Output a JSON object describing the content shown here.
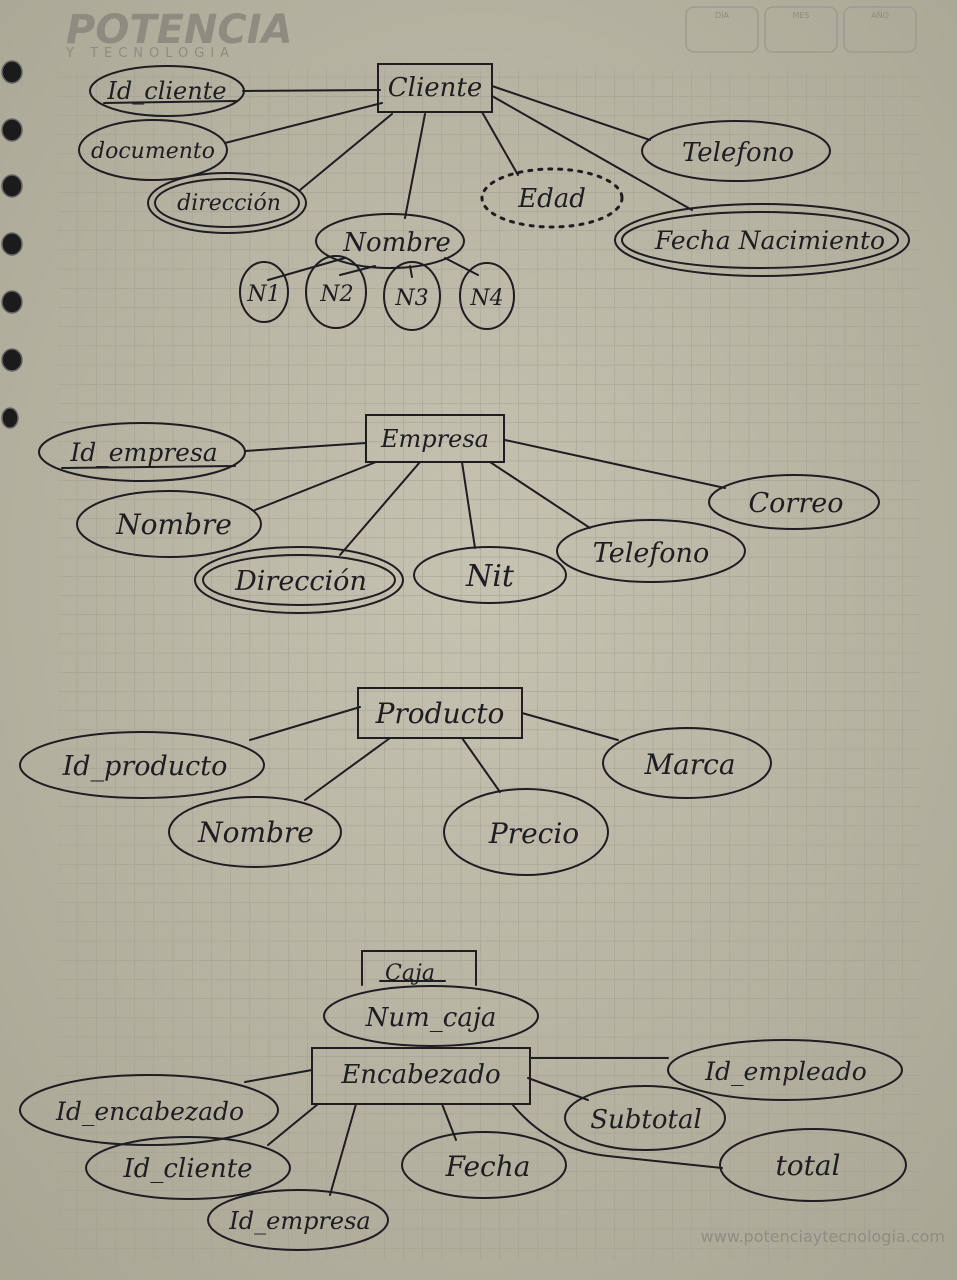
{
  "header": {
    "brand": "POTENCIA",
    "brand_sub": "Y TECNOLOGIA",
    "date_labels": [
      "DÍA",
      "MES",
      "AÑO"
    ]
  },
  "footer": {
    "url": "www.potenciaytecnologia.com"
  },
  "diagrams": {
    "cliente": {
      "entity": "Cliente",
      "attributes": {
        "id": "Id_cliente",
        "documento": "documento",
        "direccion": "dirección",
        "nombre": "Nombre",
        "edad": "Edad",
        "telefono": "Telefono",
        "fecha": "Fecha Nacimiento",
        "n1": "N1",
        "n2": "N2",
        "n3": "N3",
        "n4": "N4"
      }
    },
    "empresa": {
      "entity": "Empresa",
      "attributes": {
        "id": "Id_empresa",
        "nombre": "Nombre",
        "direccion": "Dirección",
        "nit": "Nit",
        "telefono": "Telefono",
        "correo": "Correo"
      }
    },
    "producto": {
      "entity": "Producto",
      "attributes": {
        "id": "Id_producto",
        "nombre": "Nombre",
        "precio": "Precio",
        "marca": "Marca"
      }
    },
    "encabezado": {
      "entity": "Encabezado",
      "crossed_entity": "Caja",
      "attributes": {
        "num_caja": "Num_caja",
        "id_encabezado": "Id_encabezado",
        "id_cliente": "Id_cliente",
        "id_empresa": "Id_empresa",
        "fecha": "Fecha",
        "subtotal": "Subtotal",
        "total": "total",
        "id_empleado": "Id_empleado"
      }
    }
  }
}
